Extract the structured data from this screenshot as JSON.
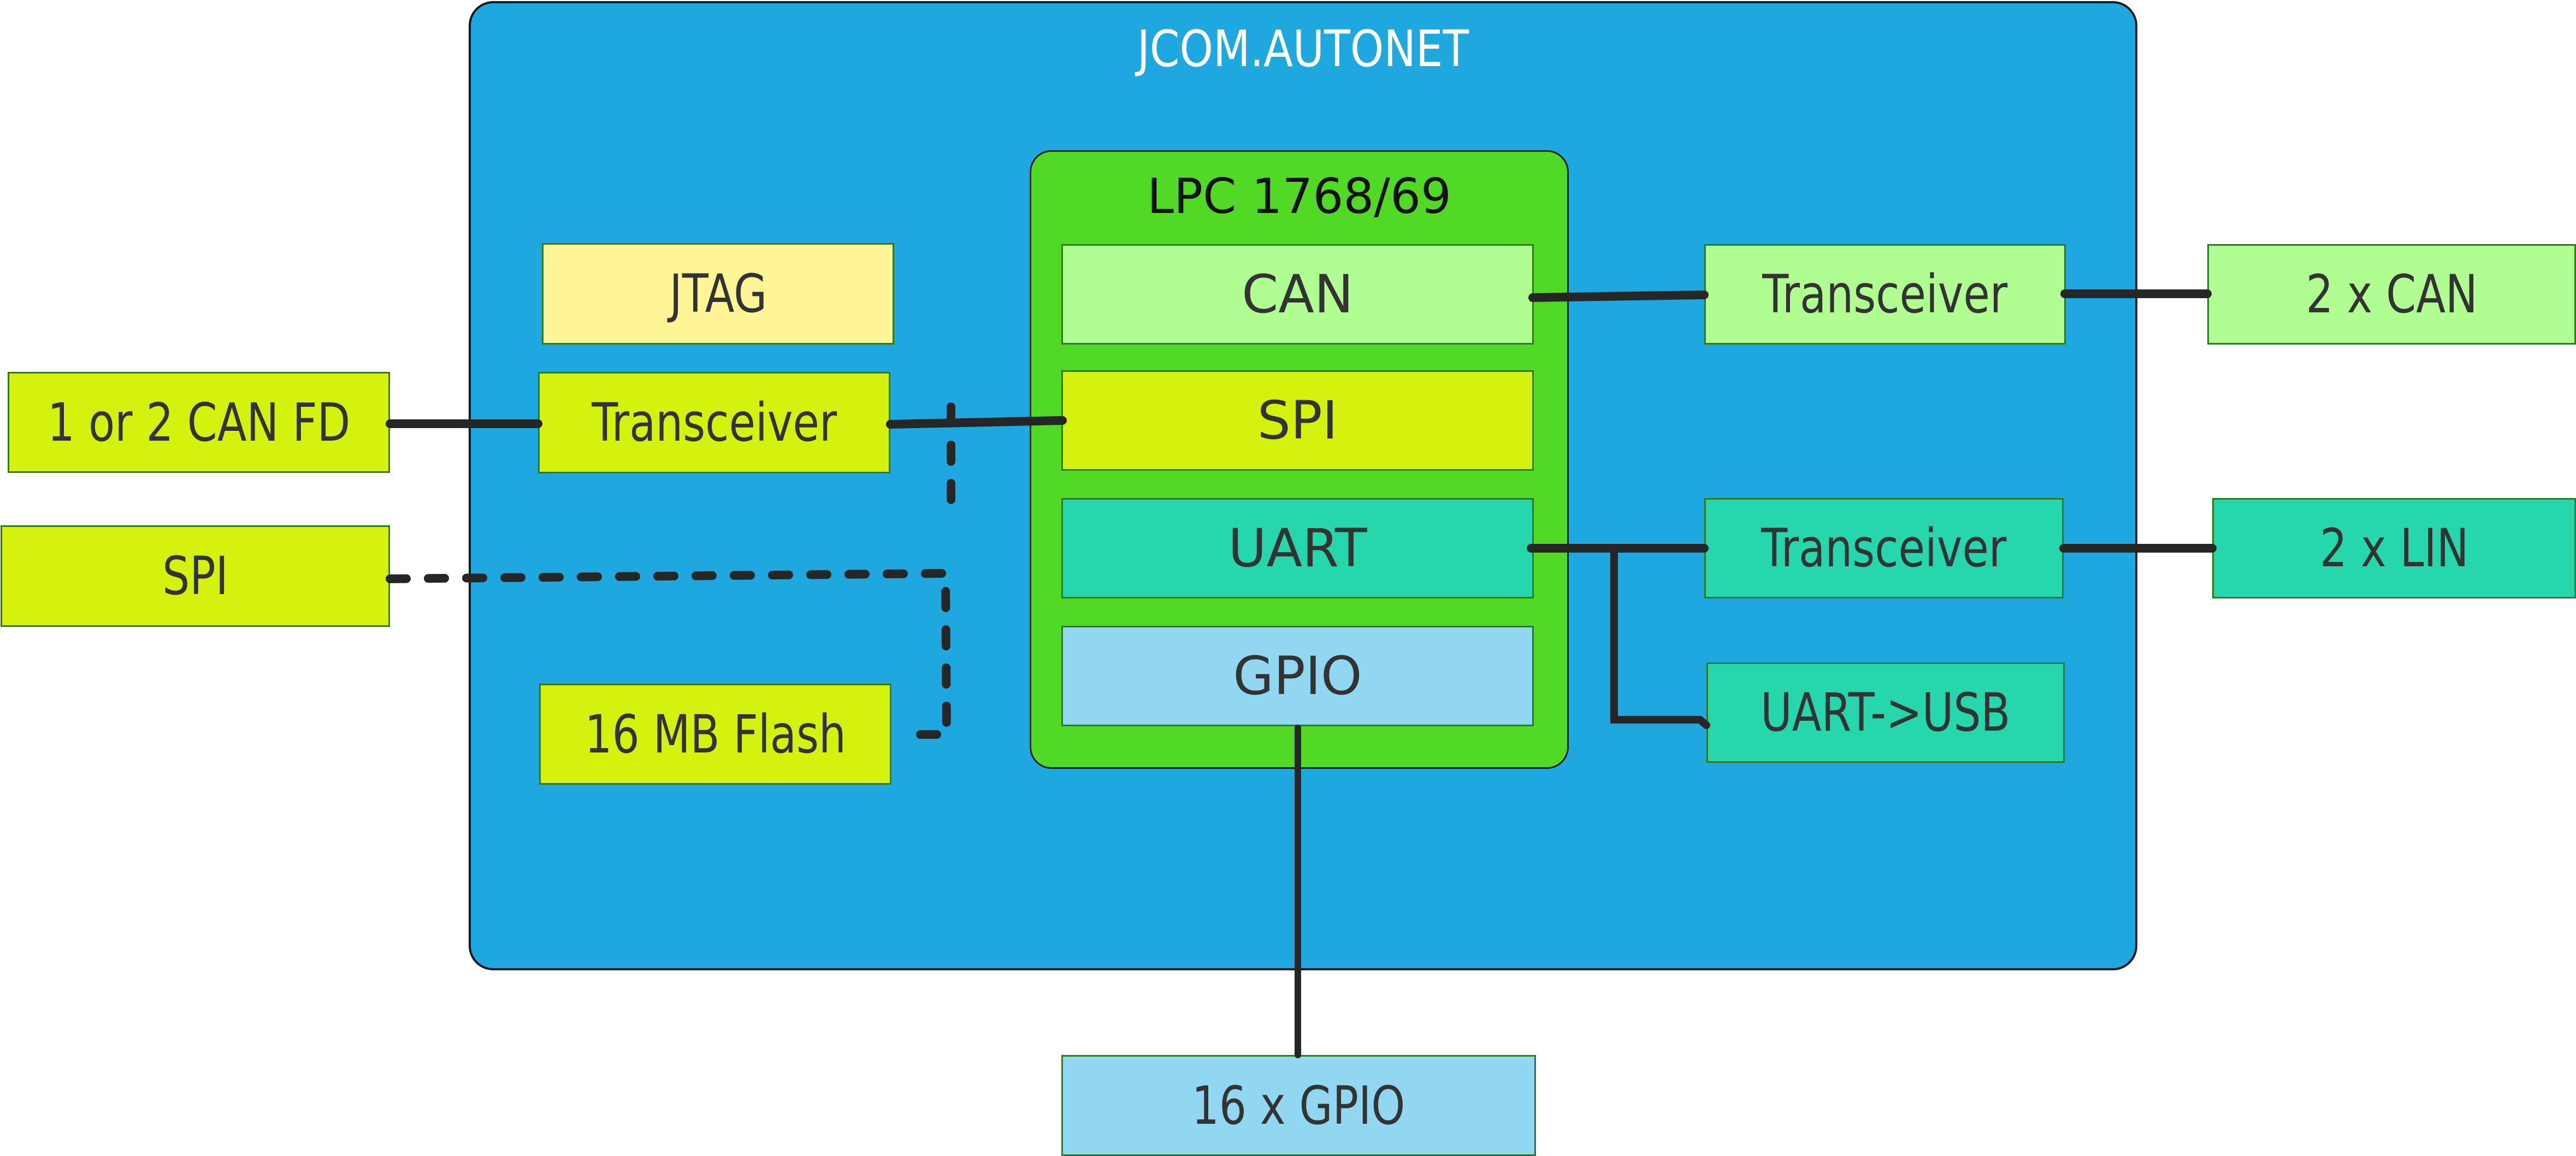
{
  "diagram": {
    "board": {
      "title": "JCOM.AUTONET",
      "color": "#1fa8e0"
    },
    "mcu": {
      "title": "LPC 1768/69",
      "color": "#52d926",
      "peripherals": [
        {
          "id": "can",
          "label": "CAN",
          "color": "#b0fe92"
        },
        {
          "id": "spi",
          "label": "SPI",
          "color": "#d4f20d"
        },
        {
          "id": "uart",
          "label": "UART",
          "color": "#26d7ad"
        },
        {
          "id": "gpio",
          "label": "GPIO",
          "color": "#91d7f2"
        }
      ]
    },
    "internal_blocks": {
      "jtag": {
        "label": "JTAG",
        "color": "#fff597"
      },
      "canfd_transceiver": {
        "label": "Transceiver",
        "color": "#d4f20d"
      },
      "flash": {
        "label": "16 MB Flash",
        "color": "#d4f20d"
      },
      "can_transceiver": {
        "label": "Transceiver",
        "color": "#b0fe92"
      },
      "lin_transceiver": {
        "label": "Transceiver",
        "color": "#26d7ad"
      },
      "uart_usb": {
        "label": "UART->USB",
        "color": "#26d7ad"
      }
    },
    "external_blocks": {
      "canfd": {
        "label": "1 or 2 CAN FD",
        "color": "#d4f20d"
      },
      "spi": {
        "label": "SPI",
        "color": "#d4f20d"
      },
      "can": {
        "label": "2 x CAN",
        "color": "#b0fe92"
      },
      "lin": {
        "label": "2 x LIN",
        "color": "#26d7ad"
      },
      "gpio": {
        "label": "16 x GPIO",
        "color": "#91d7f2"
      }
    },
    "connections": [
      {
        "from": "1 or 2 CAN FD",
        "to": "Transceiver (CAN FD)",
        "style": "solid"
      },
      {
        "from": "Transceiver (CAN FD)",
        "to": "SPI (MCU)",
        "style": "solid"
      },
      {
        "from": "SPI (external)",
        "to": "SPI bus",
        "style": "dashed"
      },
      {
        "from": "16 MB Flash",
        "to": "SPI bus",
        "style": "dashed"
      },
      {
        "from": "CAN (MCU)",
        "to": "Transceiver (CAN)",
        "style": "solid"
      },
      {
        "from": "Transceiver (CAN)",
        "to": "2 x CAN",
        "style": "solid"
      },
      {
        "from": "UART (MCU)",
        "to": "Transceiver (LIN)",
        "style": "solid"
      },
      {
        "from": "UART (MCU)",
        "to": "UART->USB",
        "style": "solid"
      },
      {
        "from": "Transceiver (LIN)",
        "to": "2 x LIN",
        "style": "solid"
      },
      {
        "from": "GPIO (MCU)",
        "to": "16 x GPIO",
        "style": "solid"
      }
    ]
  }
}
